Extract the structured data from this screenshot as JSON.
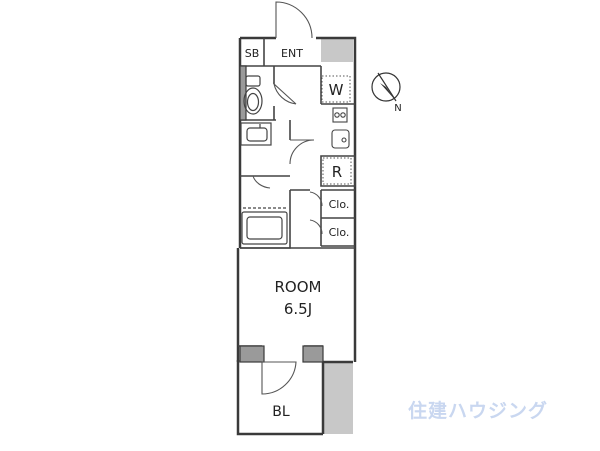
{
  "rooms": {
    "shoe_box": "SB",
    "entrance": "ENT",
    "washer": "W",
    "refrigerator": "R",
    "closet_upper": "Clo.",
    "closet_lower": "Clo.",
    "main_room": "ROOM",
    "main_room_size": "6.5J",
    "balcony": "BL"
  },
  "compass": {
    "north_label": "N"
  },
  "watermark": {
    "text": "住建ハウジング"
  },
  "colors": {
    "wall": "#3a3a3a",
    "shade": "#c8c8c8",
    "line": "#444444"
  }
}
